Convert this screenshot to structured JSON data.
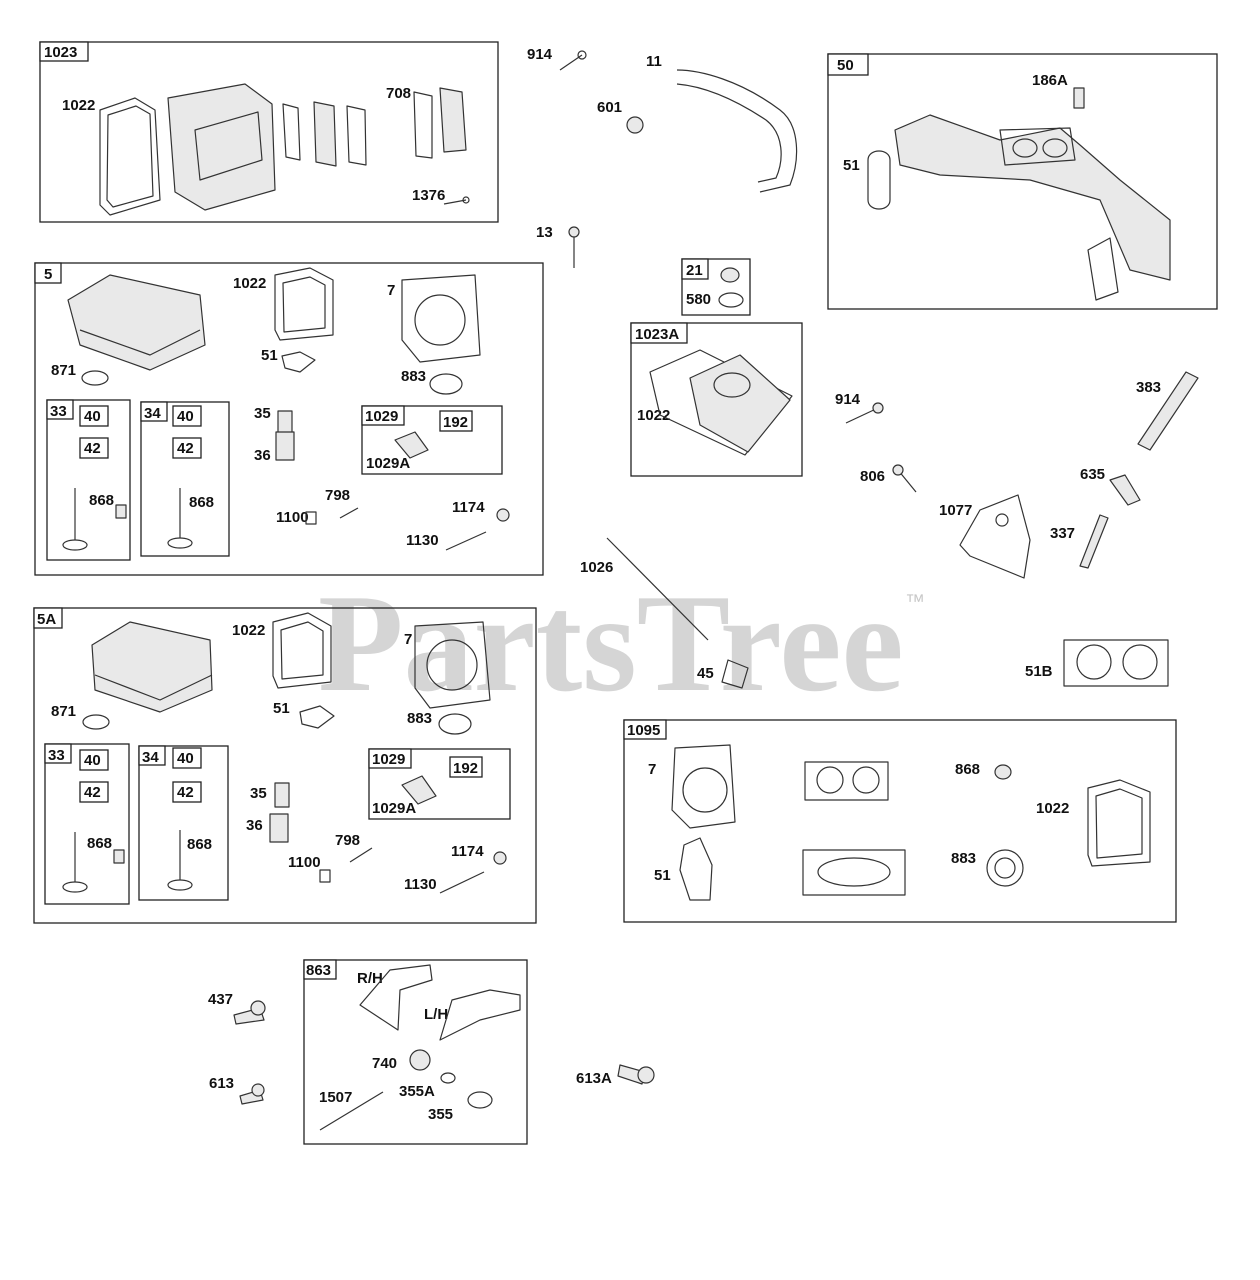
{
  "watermark": {
    "brand": "PartsTree",
    "tm": "™"
  },
  "groups": {
    "g1023": {
      "tag": "1023",
      "labels": [
        "1022",
        "708",
        "1376"
      ]
    },
    "g5": {
      "tag": "5",
      "labels": [
        "1022",
        "7",
        "871",
        "51",
        "883",
        "35",
        "36",
        "1029",
        "192",
        "1029A",
        "798",
        "1100",
        "1174",
        "1130"
      ],
      "sub33": {
        "tag": "33",
        "a": "40",
        "b": "42",
        "valve": "868"
      },
      "sub34": {
        "tag": "34",
        "a": "40",
        "b": "42",
        "valve": "868"
      }
    },
    "g5A": {
      "tag": "5A",
      "labels": [
        "1022",
        "7",
        "871",
        "51",
        "883",
        "35",
        "36",
        "1029",
        "192",
        "1029A",
        "798",
        "1100",
        "1174",
        "1130"
      ],
      "sub33": {
        "tag": "33",
        "a": "40",
        "b": "42",
        "valve": "868"
      },
      "sub34": {
        "tag": "34",
        "a": "40",
        "b": "42",
        "valve": "868"
      }
    },
    "g50": {
      "tag": "50",
      "labels": [
        "186A",
        "51"
      ]
    },
    "g21": {
      "tag": "21",
      "labels": [
        "580"
      ]
    },
    "g1023A": {
      "tag": "1023A",
      "labels": [
        "1022"
      ]
    },
    "g1095": {
      "tag": "1095",
      "labels": [
        "7",
        "868",
        "1022",
        "51",
        "883"
      ]
    },
    "g863": {
      "tag": "863",
      "labels": [
        "R/H",
        "L/H",
        "740",
        "355A",
        "1507",
        "355"
      ]
    }
  },
  "loose": {
    "l914a": "914",
    "l11": "11",
    "l601": "601",
    "l13": "13",
    "l914b": "914",
    "l806": "806",
    "l383": "383",
    "l635": "635",
    "l1077": "1077",
    "l337": "337",
    "l1026": "1026",
    "l45": "45",
    "l51B": "51B",
    "l437": "437",
    "l613": "613",
    "l613A": "613A"
  }
}
